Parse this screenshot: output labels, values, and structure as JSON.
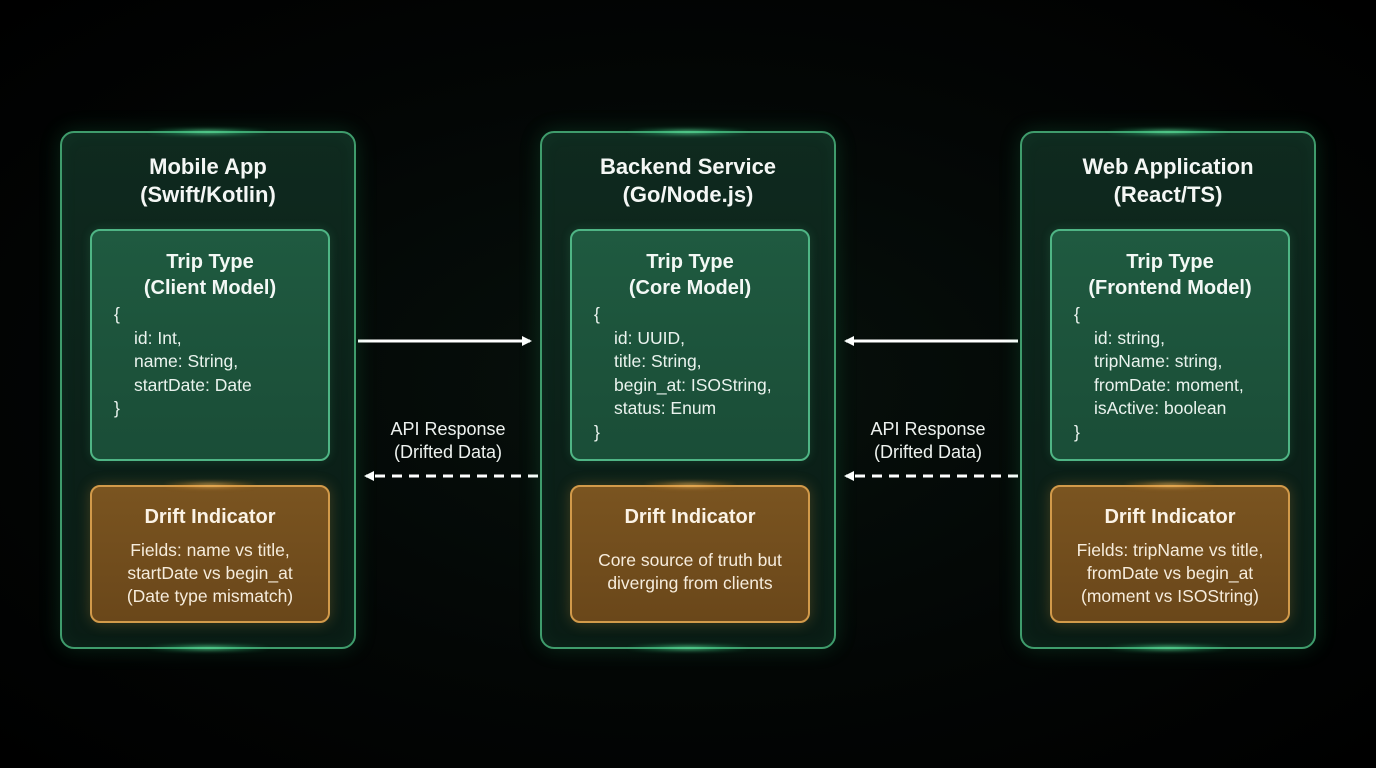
{
  "columns": [
    {
      "title_line1": "Mobile App",
      "title_line2": "(Swift/Kotlin)",
      "model": {
        "title_line1": "Trip Type",
        "title_line2": "(Client Model)",
        "open": "{",
        "fields": [
          "id: Int,",
          "name: String,",
          "startDate: Date"
        ],
        "close": "}"
      },
      "drift": {
        "title": "Drift Indicator",
        "lines": [
          "Fields: name vs title,",
          "startDate vs begin_at",
          "(Date type mismatch)"
        ]
      }
    },
    {
      "title_line1": "Backend Service",
      "title_line2": "(Go/Node.js)",
      "model": {
        "title_line1": "Trip Type",
        "title_line2": "(Core Model)",
        "open": "{",
        "fields": [
          "id: UUID,",
          "title: String,",
          "begin_at: ISOString,",
          "status: Enum"
        ],
        "close": "}"
      },
      "drift": {
        "title": "Drift Indicator",
        "lines": [
          "Core source of truth but",
          "diverging from clients"
        ]
      }
    },
    {
      "title_line1": "Web Application",
      "title_line2": "(React/TS)",
      "model": {
        "title_line1": "Trip Type",
        "title_line2": "(Frontend Model)",
        "open": "{",
        "fields": [
          "id: string,",
          "tripName: string,",
          "fromDate: moment,",
          "isActive: boolean"
        ],
        "close": "}"
      },
      "drift": {
        "title": "Drift Indicator",
        "lines": [
          "Fields: tripName vs title,",
          "fromDate vs begin_at",
          "(moment vs ISOString)"
        ]
      }
    }
  ],
  "flows": [
    {
      "label_line1": "API Response",
      "label_line2": "(Drifted Data)"
    },
    {
      "label_line1": "API Response",
      "label_line2": "(Drifted Data)"
    }
  ],
  "colors": {
    "column_border": "#3f9c6c",
    "model_fill": "#1f5a40",
    "drift_fill": "#7a5420",
    "drift_border": "#d29a4a",
    "arrow": "#ffffff"
  }
}
